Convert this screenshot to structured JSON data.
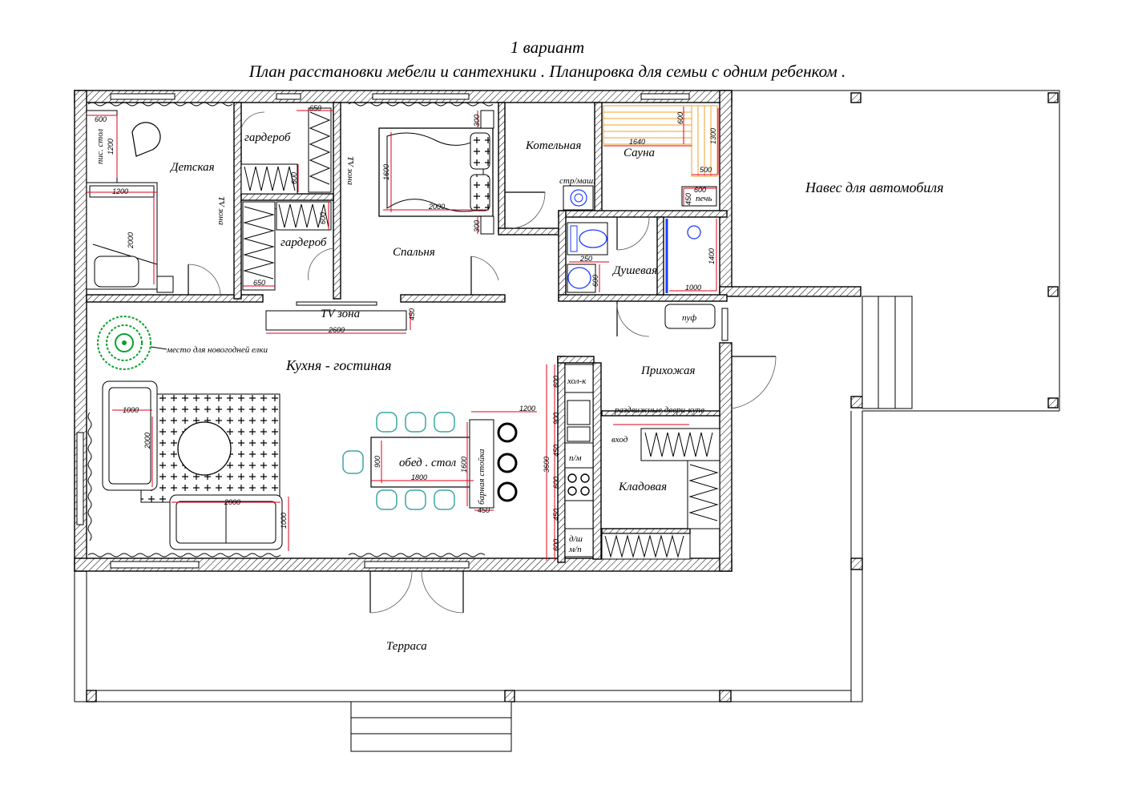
{
  "title": {
    "line1": "1  вариант",
    "line2": "План расстановки мебели и сантехники . Планировка для семьи с одним ребенком ."
  },
  "rooms": {
    "detskaya": "Детская",
    "garderob1": "гардероб",
    "garderob2": "гардероб",
    "spalnya": "Спальня",
    "kotelnaya": "Котельная",
    "sauna": "Сауна",
    "navec": "Навес для автомобиля",
    "dushevaya": "Душевая",
    "kuhnya": "Кухня  - гостиная",
    "prihozhaya": "Прихожая",
    "kladovaya": "Кладовая",
    "terrasa": "Терраса"
  },
  "labels": {
    "pis_stol": "пис. стол",
    "tv_zona_vert": "TV зона",
    "tv_zona_vert2": "TV зона",
    "tv_zona": "TV  зона",
    "str_mash": "стр/маш.",
    "pech": "печь",
    "puf": "пуф",
    "elka": "место для новогодней елки",
    "obed_stol": "обед . стол",
    "barnaya": "барная стойка",
    "hol_k": "хол-к",
    "p_m": "п/м",
    "d_sh": "д/ш",
    "m_p": "м/п",
    "razdvizhnye": "раздвижные двери-купе",
    "vhod": "вход"
  },
  "dimensions": {
    "d600a": "600",
    "d1200a": "1200",
    "d1200b": "1200",
    "d2000a": "2000",
    "d650a": "650",
    "d600b": "600",
    "d600c": "600",
    "d650b": "650",
    "d300a": "300",
    "d1600a": "1600",
    "d2000b": "2000",
    "d300b": "300",
    "d1640": "1640",
    "d600d": "600",
    "d1300": "1300",
    "d500": "500",
    "d600e": "600",
    "d450a": "450",
    "d250": "250",
    "d600f": "600",
    "d1400": "1400",
    "d1000a": "1000",
    "d2600": "2600",
    "d450b": "450",
    "d1000b": "1000",
    "d2000c": "2000",
    "d2000d": "2000",
    "d1000c": "1000",
    "d900": "900",
    "d1800": "1800",
    "d1600b": "1600",
    "d1200c": "1200",
    "d450c": "450",
    "d600g": "600",
    "d900b": "900",
    "d450d": "450",
    "d600h": "600",
    "d450e": "450",
    "d600i": "600",
    "d3600": "3600"
  },
  "colors": {
    "dimension_red": "#e0001b",
    "chair_teal": "#3aa7a3",
    "tree_green": "#0aa02c",
    "sauna_orange": "#f0a030",
    "plumbing_blue": "#1a3cff"
  }
}
